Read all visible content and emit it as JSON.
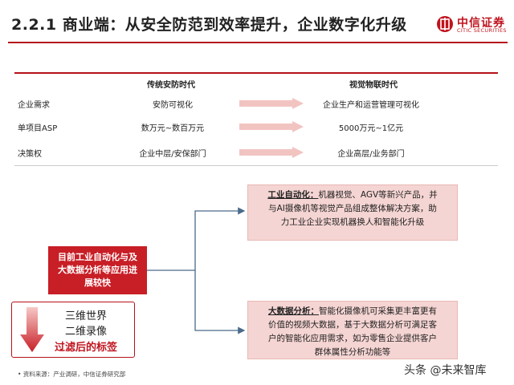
{
  "header": {
    "title": "2.2.1 商业端：从安全防范到效率提升，企业数字化升级",
    "logo_cn": "中信证券",
    "logo_en": "CITIC SECURITIES"
  },
  "comparison": {
    "col_traditional": "传统安防时代",
    "col_vision": "视觉物联时代",
    "rows": [
      {
        "label": "企业需求",
        "traditional": "安防可视化",
        "vision": "企业生产和运营管理可视化"
      },
      {
        "label": "单项目ASP",
        "traditional": "数万元~数百万元",
        "vision": "5000万元~1亿元"
      },
      {
        "label": "决策权",
        "traditional": "企业中层/安保部门",
        "vision": "企业高层/业务部门"
      }
    ]
  },
  "lead_box": {
    "line1": "目前工业自动化与及",
    "line2": "大数据分析等应用进",
    "line3": "展较快"
  },
  "cards": {
    "industrial_head": "工业自动化：",
    "industrial_body_1": "机器视觉、AGV等新兴产品，并",
    "industrial_body_2": "与AI摄像机等视觉产品组成整体解决方案，助",
    "industrial_body_3": "力工业企业实现机器换人和智能化升级",
    "bigdata_head": "大数据分析：",
    "bigdata_body_1": "智能化摄像机可采集更丰富更有",
    "bigdata_body_2": "价值的视频大数据，基于大数据分析可满足客",
    "bigdata_body_3": "户的智能化应用需求，如为零售企业提供客户",
    "bigdata_body_4": "群体属性分析功能等"
  },
  "filter": {
    "line1": "三维世界",
    "line2": "二维录像",
    "line3": "过滤后的标签"
  },
  "footer": {
    "source": "•  资料来源：产业调研，中信证券研究部",
    "watermark": "头条 @未来智库"
  },
  "colors": {
    "brand_red": "#b5121b",
    "lead_red": "#c81e26",
    "card_pink": "#f5d5d3",
    "row_arrow": "#f2c4c1",
    "connector": "#4a6b8a"
  }
}
